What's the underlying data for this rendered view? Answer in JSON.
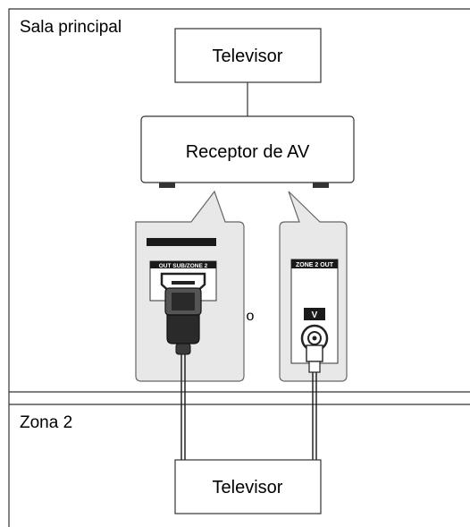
{
  "zones": {
    "main_room_label": "Sala principal",
    "zone2_label": "Zona 2"
  },
  "devices": {
    "main_tv_label": "Televisor",
    "receiver_label": "Receptor de AV",
    "zone2_tv_label": "Televisor"
  },
  "connectors": {
    "hdmi_port_label": "OUT SUB/ZONE 2",
    "composite_panel_label": "ZONE 2 OUT",
    "composite_jack_label": "V",
    "or_label": "o"
  }
}
